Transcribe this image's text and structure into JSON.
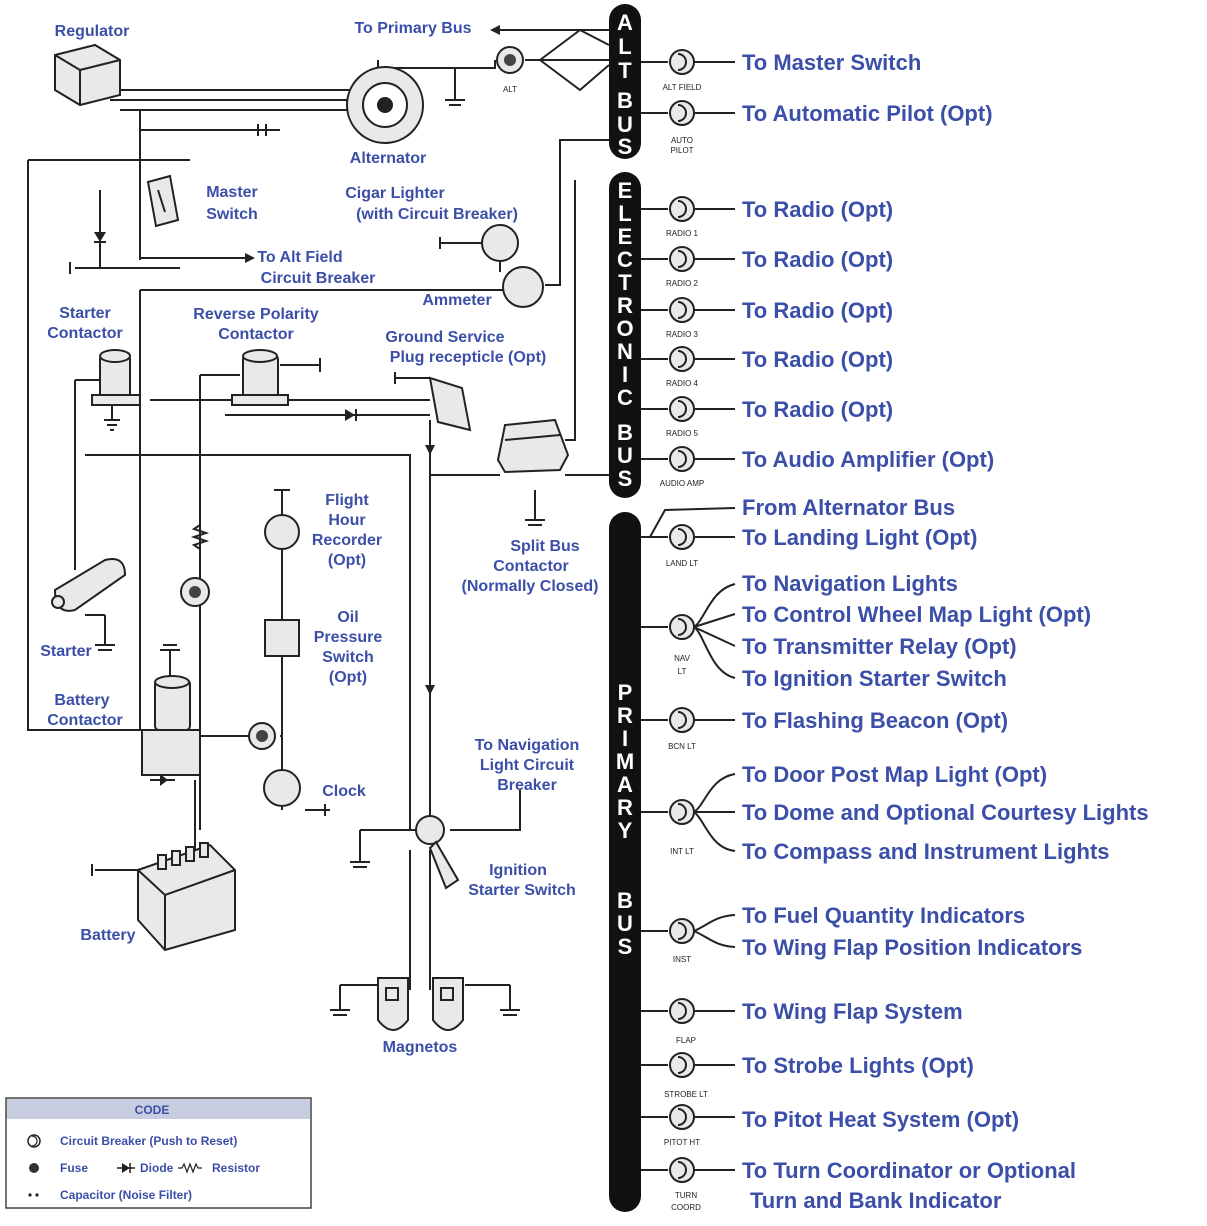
{
  "buses": {
    "alt_letters": [
      "A",
      "L",
      "T",
      "",
      "B",
      "U",
      "S"
    ],
    "electronic_letters": [
      "E",
      "L",
      "E",
      "C",
      "T",
      "R",
      "O",
      "N",
      "I",
      "C",
      "",
      "B",
      "U",
      "S"
    ],
    "primary_letters": [
      "P",
      "R",
      "I",
      "M",
      "A",
      "R",
      "Y",
      "",
      "B",
      "U",
      "S"
    ]
  },
  "left_labels": {
    "regulator": "Regulator",
    "to_primary_bus": "To Primary Bus",
    "alternator": "Alternator",
    "master_switch": [
      "Master",
      "Switch"
    ],
    "cigar_lighter": [
      "Cigar Lighter",
      "(with Circuit Breaker)"
    ],
    "to_alt_field_cb": [
      "To Alt Field",
      "Circuit Breaker"
    ],
    "ammeter": "Ammeter",
    "starter_contactor": [
      "Starter",
      "Contactor"
    ],
    "reverse_polarity": [
      "Reverse Polarity",
      "Contactor"
    ],
    "ground_service": [
      "Ground Service",
      "Plug recepticle (Opt)"
    ],
    "flight_hour": [
      "Flight",
      "Hour",
      "Recorder",
      "(Opt)"
    ],
    "split_bus": [
      "Split Bus",
      "Contactor",
      "(Normally Closed)"
    ],
    "starter": "Starter",
    "oil_pressure": [
      "Oil",
      "Pressure",
      "Switch",
      "(Opt)"
    ],
    "battery_contactor": [
      "Battery",
      "Contactor"
    ],
    "to_nav_cb": [
      "To Navigation",
      "Light Circuit",
      "Breaker"
    ],
    "clock": "Clock",
    "ignition_switch": [
      "Ignition",
      "Starter Switch"
    ],
    "battery": "Battery",
    "magnetos": "Magnetos"
  },
  "breaker_labels": {
    "alt": "ALT",
    "alt_field": "ALT FIELD",
    "auto_pilot": [
      "AUTO",
      "PILOT"
    ],
    "radio1": "RADIO 1",
    "radio2": "RADIO 2",
    "radio3": "RADIO 3",
    "radio4": "RADIO 4",
    "radio5": "RADIO 5",
    "audio_amp": "AUDIO AMP",
    "land_lt": "LAND LT",
    "nav_lt": [
      "NAV",
      "LT"
    ],
    "bcn_lt": "BCN LT",
    "int_lt": "INT LT",
    "inst": "INST",
    "flap": "FLAP",
    "strobe_lt": "STROBE LT",
    "pitot_ht": "PITOT HT",
    "turn_coord": [
      "TURN",
      "COORD"
    ]
  },
  "right_labels": {
    "master_switch": "To Master Switch",
    "auto_pilot": "To Automatic Pilot (Opt)",
    "radio1": "To Radio (Opt)",
    "radio2": "To Radio (Opt)",
    "radio3": "To Radio (Opt)",
    "radio4": "To Radio (Opt)",
    "radio5": "To Radio (Opt)",
    "audio_amp": "To Audio Amplifier (Opt)",
    "from_alt_bus": "From Alternator Bus",
    "landing_light": "To Landing Light (Opt)",
    "nav_lights": "To Navigation Lights",
    "control_wheel": "To Control Wheel Map Light (Opt)",
    "transmitter_relay": "To Transmitter Relay (Opt)",
    "ignition_starter": "To Ignition Starter Switch",
    "flashing_beacon": "To Flashing Beacon (Opt)",
    "door_post": "To Door Post Map Light (Opt)",
    "dome_courtesy": "To Dome and Optional Courtesy Lights",
    "compass_instr": "To Compass and Instrument Lights",
    "fuel_qty": "To Fuel Quantity Indicators",
    "wing_flap_pos": "To Wing Flap Position Indicators",
    "wing_flap_sys": "To Wing Flap System",
    "strobe": "To Strobe Lights (Opt)",
    "pitot_heat": "To Pitot Heat System (Opt)",
    "turn_coord": [
      "To Turn Coordinator or Optional",
      "Turn and Bank Indicator"
    ]
  },
  "code_box": {
    "title": "CODE",
    "circuit_breaker": "Circuit Breaker (Push to Reset)",
    "fuse": "Fuse",
    "diode": "Diode",
    "resistor": "Resistor",
    "capacitor": "Capacitor (Noise Filter)"
  },
  "colors": {
    "label_blue": "#3b4fa8",
    "bus_black": "#111111",
    "wire": "#222222"
  }
}
